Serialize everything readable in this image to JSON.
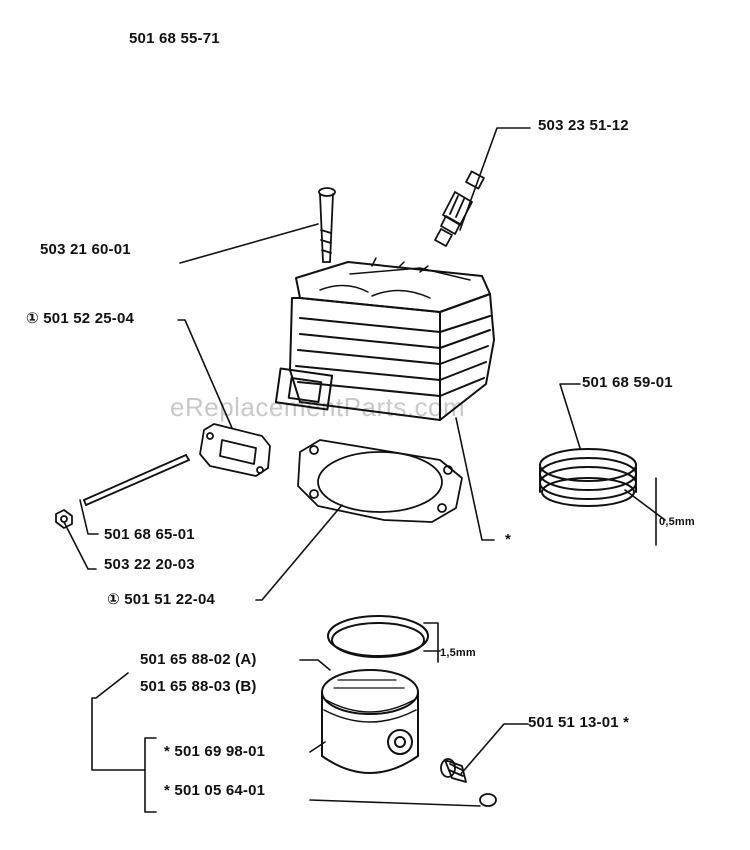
{
  "title": "501 68 55-71",
  "watermark": "eReplacementParts.com",
  "labels": {
    "spark_plug": "503 23 51-12",
    "bolt": "503 21 60-01",
    "muffler_gasket": "① 501 52 25-04",
    "piston_ring_set": "501 68 59-01",
    "ring_thickness": "0,5mm",
    "cylinder_asterisk": "*",
    "stud": "501 68 65-01",
    "nut": "503 22 20-03",
    "cylinder_gasket": "① 501 51 22-04",
    "piston_ring_thickness": "1,5mm",
    "piston_assy_a": "501 65 88-02 (A)",
    "piston_assy_b": "501 65 88-03 (B)",
    "needle_bearing": "501 51 13-01  *",
    "piston": "*  501 69 98-01",
    "circlip": "*  501 05 64-01"
  }
}
